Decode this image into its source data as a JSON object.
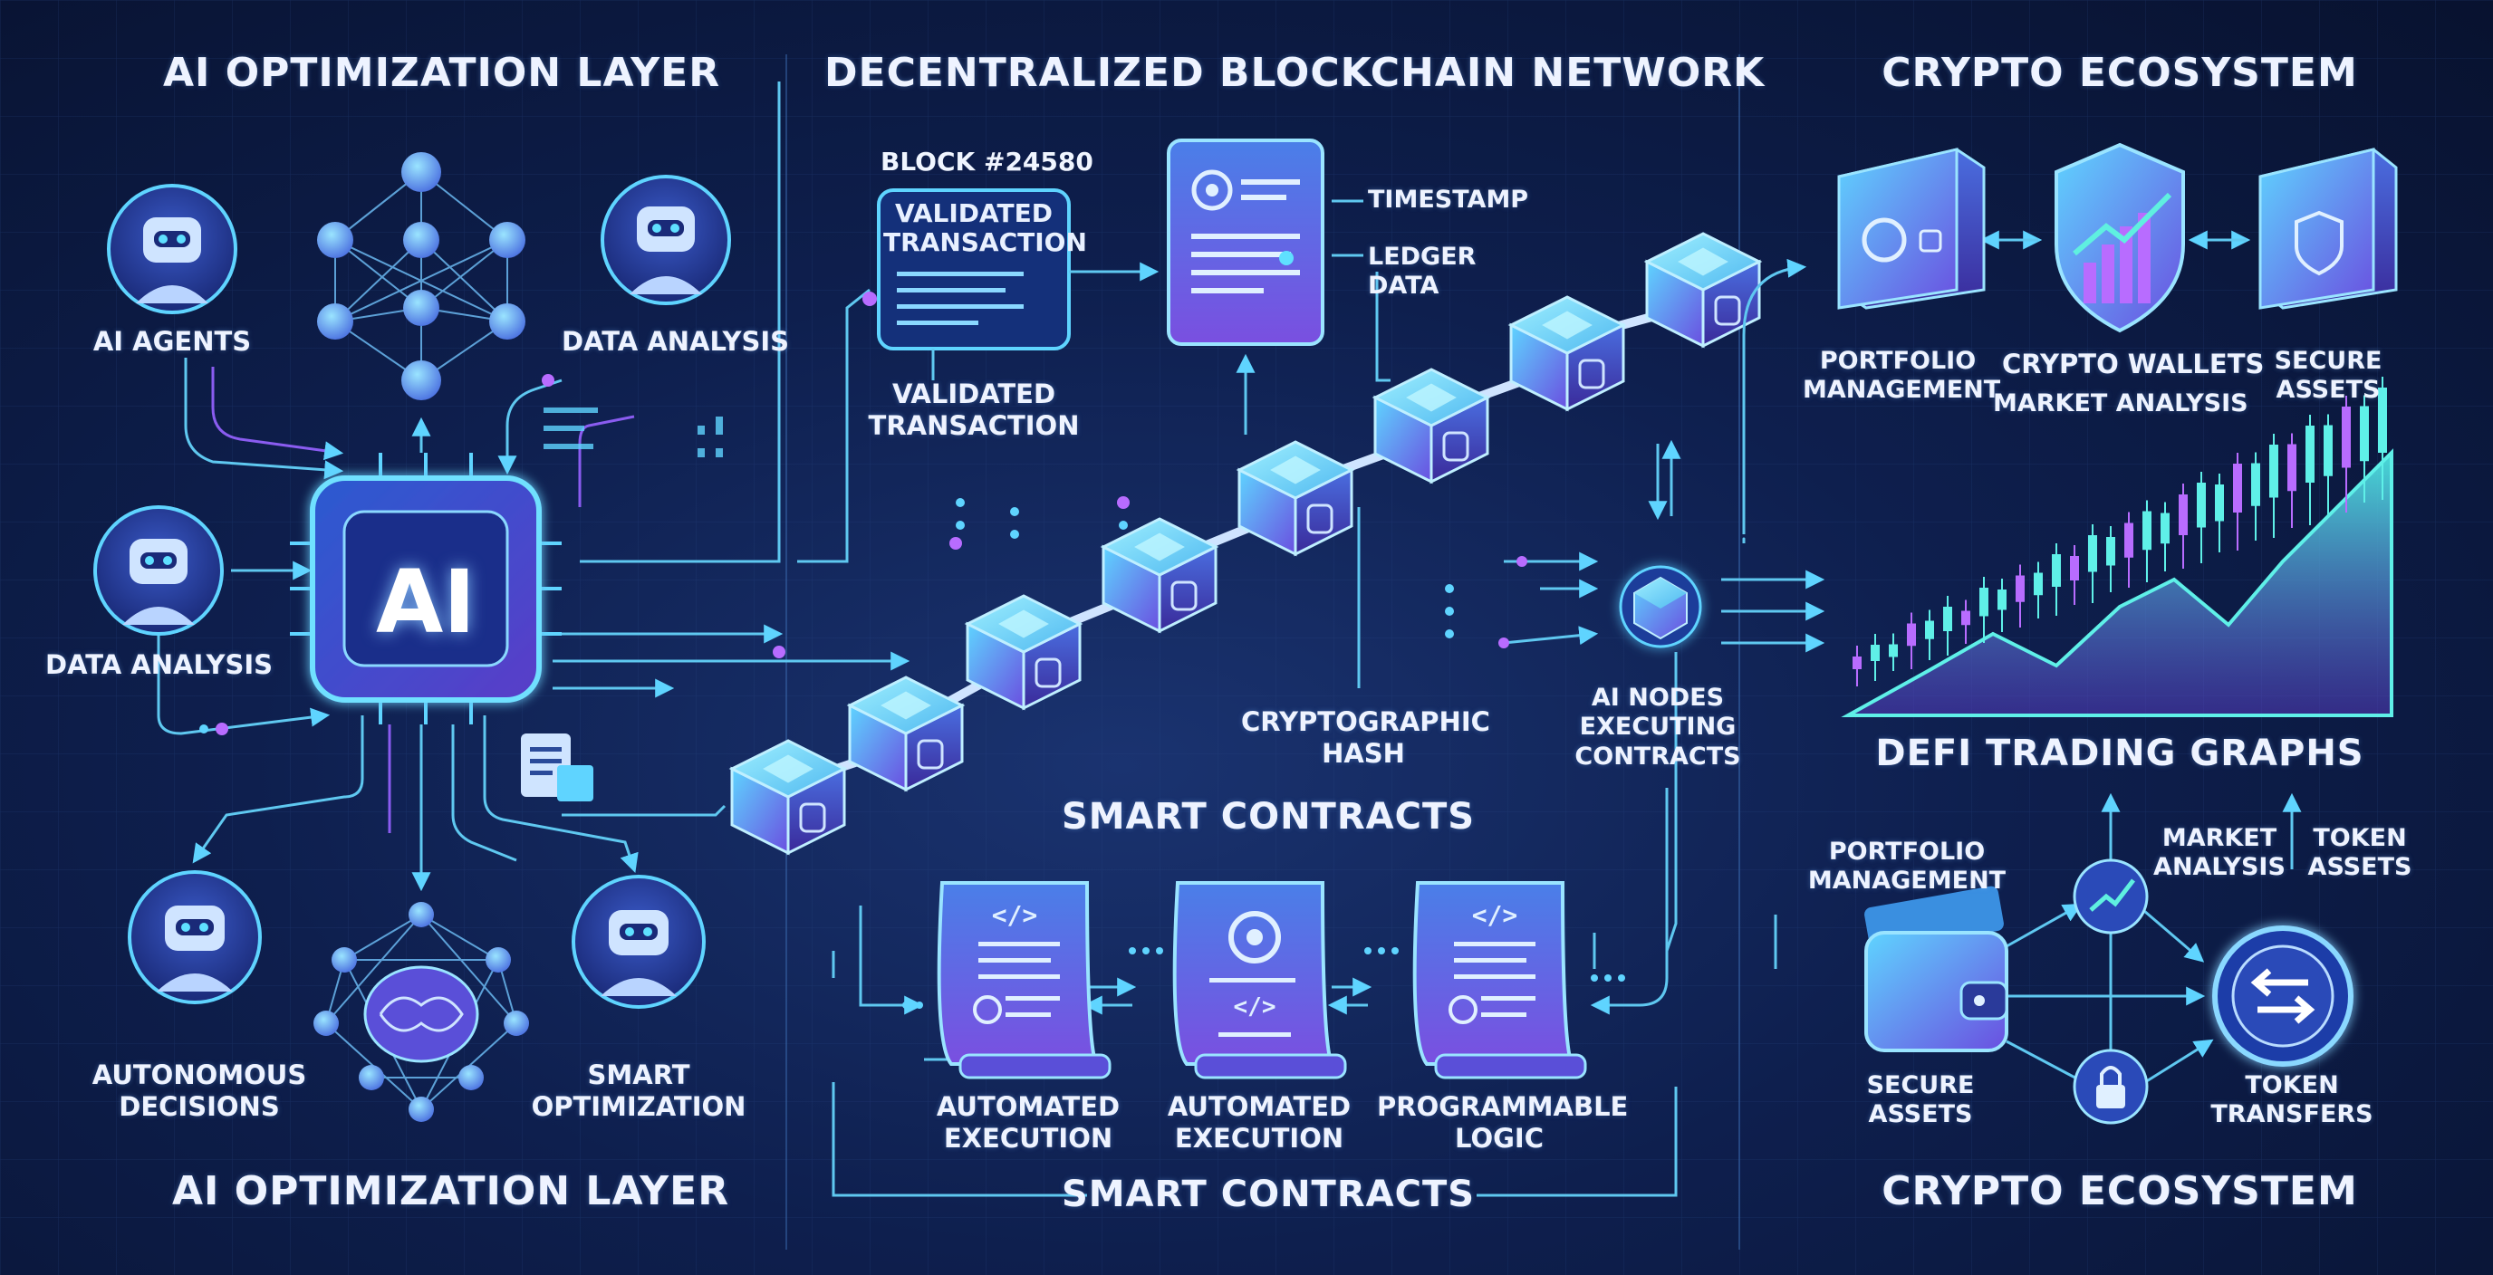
{
  "sections": {
    "ai_top": "AI OPTIMIZATION LAYER",
    "ai_bottom": "AI OPTIMIZATION LAYER",
    "blockchain": "DECENTRALIZED BLOCKCHAIN NETWORK",
    "crypto_top": "CRYPTO ECOSYSTEM",
    "crypto_bottom": "CRYPTO ECOSYSTEM"
  },
  "ai_layer": {
    "core_label": "AI",
    "agents": "AI AGENTS",
    "data_analysis_top": "DATA ANALYSIS",
    "data_analysis_left": "DATA ANALYSIS",
    "autonomous_1": "AUTONOMOUS",
    "autonomous_2": "DECISIONS",
    "smart_opt_1": "SMART",
    "smart_opt_2": "OPTIMIZATION"
  },
  "blockchain": {
    "block_number": "BLOCK #24580",
    "block_card_1": "VALIDATED",
    "block_card_2": "TRANSACTION",
    "validated_1": "VALIDATED",
    "validated_2": "TRANSACTION",
    "timestamp": "TIMESTAMP",
    "ledger_1": "LEDGER",
    "ledger_2": "DATA",
    "hash_1": "CRYPTOGRAPHIC",
    "hash_2": "HASH",
    "ai_nodes_1": "AI NODES",
    "ai_nodes_2": "EXECUTING",
    "ai_nodes_3": "CONTRACTS",
    "smart_contracts_mid": "SMART CONTRACTS",
    "smart_contracts_bottom": "SMART CONTRACTS",
    "auto_exec_1a": "AUTOMATED",
    "auto_exec_1b": "EXECUTION",
    "auto_exec_2a": "AUTOMATED",
    "auto_exec_2b": "EXECUTION",
    "prog_logic_1": "PROGRAMMABLE",
    "prog_logic_2": "LOGIC"
  },
  "crypto": {
    "portfolio_1": "PORTFOLIO",
    "portfolio_2": "MANAGEMENT",
    "wallets": "CRYPTO WALLETS",
    "market_analysis": "MARKET ANALYSIS",
    "secure_1": "SECURE",
    "secure_2": "ASSETS",
    "defi": "DEFI TRADING GRAPHS",
    "portfolio_b1": "PORTFOLIO",
    "portfolio_b2": "MANAGEMENT",
    "market_b1": "MARKET",
    "market_b2": "ANALYSIS",
    "token_assets_1": "TOKEN",
    "token_assets_2": "ASSETS",
    "secure_b1": "SECURE",
    "secure_b2": "ASSETS",
    "token_transfers_1": "TOKEN",
    "token_transfers_2": "TRANSFERS"
  },
  "colors": {
    "background": "#0e1f4e",
    "cyan": "#4fd6ff",
    "violet": "#8a5cf0",
    "line": "#5fc8f0"
  }
}
